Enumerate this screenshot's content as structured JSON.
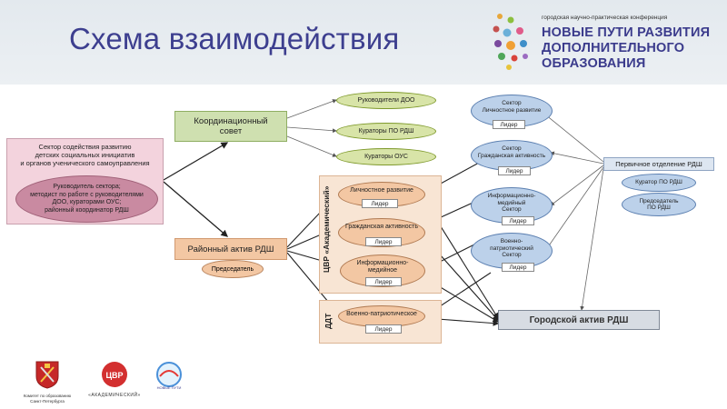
{
  "title": "Схема взаимодействия",
  "logo": {
    "line1": "городская научно-практическая конференция",
    "line2": "НОВЫЕ ПУТИ РАЗВИТИЯ",
    "line3": "ДОПОЛНИТЕЛЬНОГО",
    "line4": "ОБРАЗОВАНИЯ"
  },
  "sector": {
    "line1": "Сектор содействия развитию",
    "line2": "детских социальных инициатив",
    "line3": "и органов ученического самоуправления",
    "oval_line1": "Руководитель сектора;",
    "oval_line2": "методист по работе с руководителями",
    "oval_line3": "ДОО, кураторами ОУС;",
    "oval_line4": "районный координатор РДШ"
  },
  "coord": {
    "line1": "Координационный",
    "line2": "совет",
    "oval1": "Руководители ДОО",
    "oval2": "Кураторы ПО РДШ",
    "oval3": "Кураторы ОУС"
  },
  "district": {
    "label": "Районный актив РДШ",
    "chair": "Председатель"
  },
  "cvr": {
    "label": "ЦВР «Академический»",
    "dir1": "Личностное развитие",
    "dir2": "Гражданская активность",
    "dir3_line1": "Информационно-",
    "dir3_line2": "медийное",
    "leader": "Лидер"
  },
  "ddt": {
    "label": "ДДТ",
    "dir": "Военно-патриотическое",
    "leader": "Лидер"
  },
  "sectors": {
    "s1_line1": "Сектор",
    "s1_line2": "Личностное развитие",
    "s2_line1": "Сектор",
    "s2_line2": "Гражданская активность",
    "s3_line1": "Информационно-",
    "s3_line2": "медийный",
    "s3_line3": "Сектор",
    "s4_line1": "Военно-",
    "s4_line2": "патриотический",
    "s4_line3": "Сектор",
    "leader": "Лидер"
  },
  "primary": {
    "label": "Первичное отделение РДШ",
    "curator": "Куратор ПО РДШ",
    "chair_line1": "Председатель",
    "chair_line2": "ПО РДШ"
  },
  "city": {
    "label": "Городской актив РДШ"
  },
  "footer": {
    "cap1_line1": "Комитет по образованию",
    "cap1_line2": "Санкт-Петербурга",
    "emblem2_text": "ЦВР",
    "cap2": "«АКАДЕМИЧЕСКИЙ»",
    "emblem3_text": "НОВЫЕ ПУТИ"
  }
}
